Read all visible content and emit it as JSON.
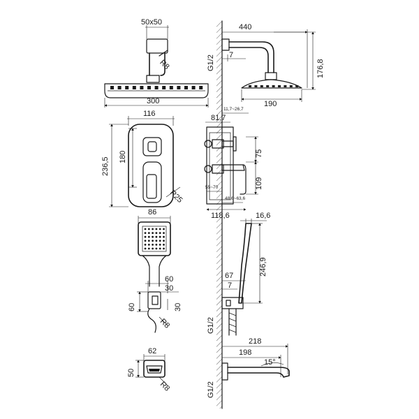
{
  "labels": {
    "arm_section": "50x50",
    "arm_radius": "R8",
    "head_width": "300",
    "mixer_width": "116",
    "plate_height": "236,5",
    "plate_inner": "180",
    "plate_radius": "R25",
    "arm_length": "440",
    "arm_thread": "G1/2",
    "arm_offset": "7",
    "shower_height": "176,8",
    "head_side": "190",
    "box_range": "11,7~26,7",
    "box_depth": "81,7",
    "box_v1": "75",
    "box_v2": "109",
    "box_adjust": "55~70",
    "box_install": "48,6~63,6",
    "box_total": "118,6",
    "hand_width": "86",
    "hand_depth": "16,6",
    "hand_height": "246,9",
    "holder_offset": "67",
    "holder_step": "7",
    "outlet_thread": "G1/2",
    "holder_w": "60",
    "holder_mid": "30",
    "holder_h": "60",
    "holder_v": "30",
    "holder_radius": "R8",
    "spout_total": "218",
    "spout_len": "198",
    "spout_angle": "15°",
    "spout_thread": "G1/2",
    "flange_w": "62",
    "flange_h": "50",
    "flange_radius": "R8"
  }
}
